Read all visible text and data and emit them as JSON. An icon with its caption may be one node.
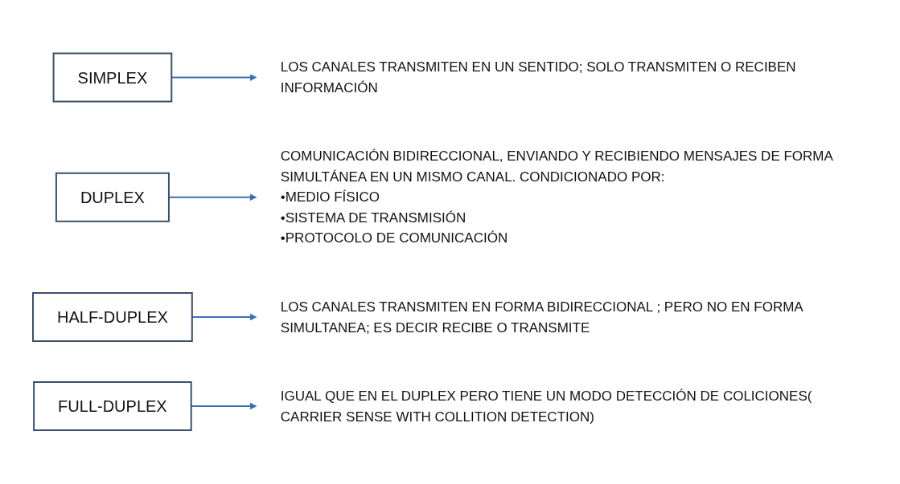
{
  "diagram": {
    "nodes": [
      {
        "text": [
          "SIMPLEX"
        ]
      },
      {
        "text": [
          "LOS CANALES TRANSMITEN EN UN SENTIDO; SOLO TRANSMITEN O RECIBEN INFORMACIÓN"
        ]
      },
      {
        "text": [
          "DUPLEX"
        ]
      },
      {
        "text": [
          "COMUNICACIÓN BIDIRECCIONAL, ENVIANDO Y RECIBIENDO MENSAJES DE FORMA SIMULTÁNEA EN UN MISMO CANAL. CONDICIONADO POR:",
          "•MEDIO FÍSICO",
          "•SISTEMA DE TRANSMISIÓN",
          "•PROTOCOLO DE COMUNICACIÓN"
        ]
      },
      {
        "text": [
          "HALF-DUPLEX"
        ]
      },
      {
        "text": [
          "LOS CANALES TRANSMITEN EN FORMA BIDIRECCIONAL ; PERO NO EN FORMA SIMULTANEA; ES DECIR RECIBE O TRANSMITE"
        ]
      },
      {
        "text": [
          "FULL-DUPLEX"
        ]
      },
      {
        "text": [
          "IGUAL QUE EN EL DUPLEX PERO TIENE UN MODO DETECCIÓN DE COLICIONES( CARRIER SENSE WITH COLLITION DETECTION)"
        ]
      }
    ],
    "edges": [
      {
        "from": 0,
        "to": 1,
        "arrow": "to"
      },
      {
        "from": 2,
        "to": 3,
        "arrow": "to"
      },
      {
        "from": 4,
        "to": 5,
        "arrow": "to"
      },
      {
        "from": 6,
        "to": 7,
        "arrow": "to"
      }
    ]
  }
}
